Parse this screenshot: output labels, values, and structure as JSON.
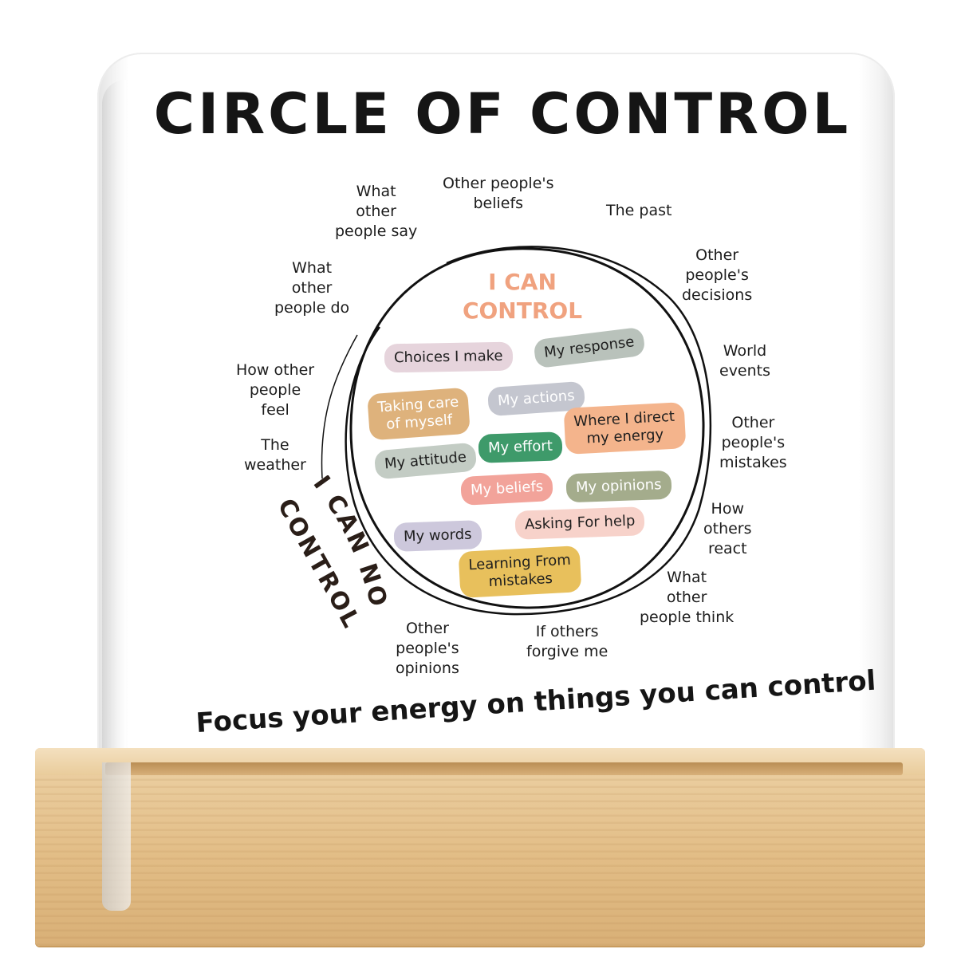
{
  "title": "CIRCLE OF CONTROL",
  "can_control_label": "I CAN\nCONTROL",
  "cannot_control_label": "I CAN NOT CONTROL",
  "tagline": "Focus your energy on things you can control",
  "outside_items": [
    "What\nother\npeople say",
    "Other people's\nbeliefs",
    "The past",
    "Other\npeople's\ndecisions",
    "World\nevents",
    "Other\npeople's\nmistakes",
    "How\nothers\nreact",
    "What\nother\npeople think",
    "If others\nforgive me",
    "Other\npeople's\nopinions",
    "The\nweather",
    "How other\npeople\nfeel",
    "What\nother\npeople do"
  ],
  "inside_items": [
    {
      "label": "Choices I make",
      "color": "#e6d4dc"
    },
    {
      "label": "My response",
      "color": "#b9c2bb"
    },
    {
      "label": "Taking care\nof myself",
      "color": "#deb27c"
    },
    {
      "label": "My actions",
      "color": "#c4c6cf"
    },
    {
      "label": "Where I direct\nmy energy",
      "color": "#f4b48c"
    },
    {
      "label": "My effort",
      "color": "#3e9a6a"
    },
    {
      "label": "My attitude",
      "color": "#c3ccc4"
    },
    {
      "label": "My beliefs",
      "color": "#f2a39a"
    },
    {
      "label": "My opinions",
      "color": "#a4ac8c"
    },
    {
      "label": "Asking For help",
      "color": "#f7d2ca"
    },
    {
      "label": "My words",
      "color": "#cdc8dc"
    },
    {
      "label": "Learning From\nmistakes",
      "color": "#e8c05c"
    }
  ],
  "colors": {
    "can_control": "#f0a27f",
    "text": "#151515",
    "wood": "#e2bd86"
  }
}
